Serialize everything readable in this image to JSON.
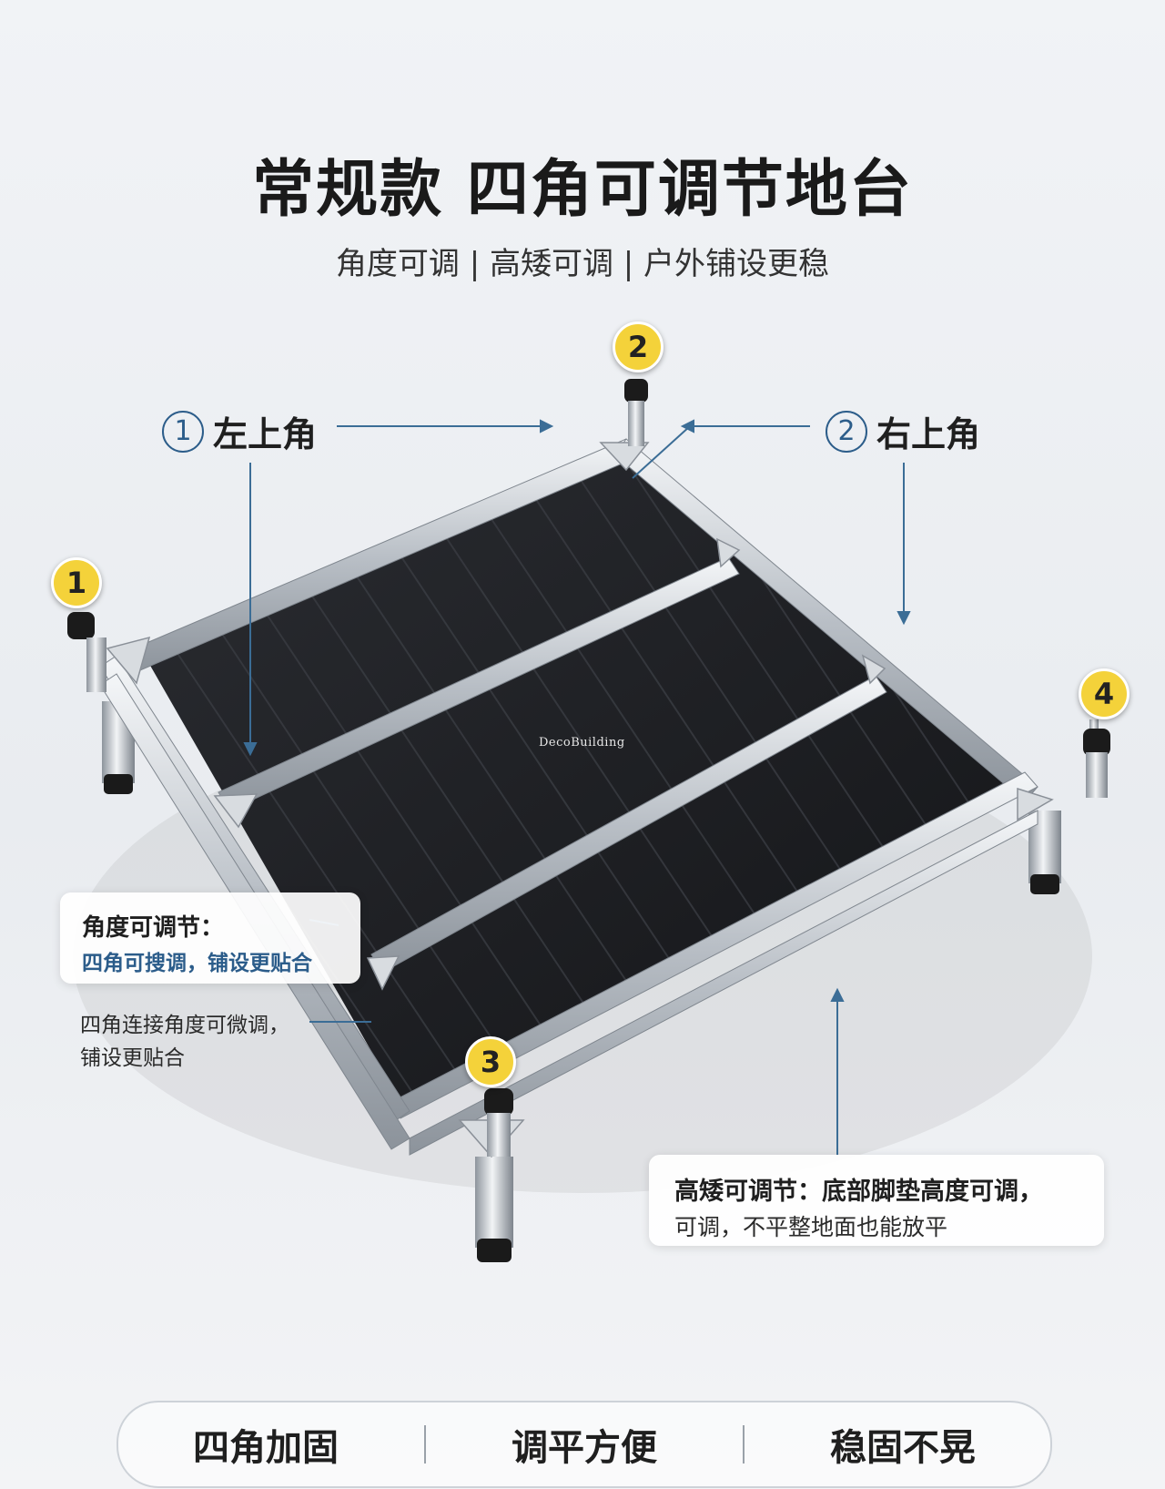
{
  "header": {
    "title": "常规款 四角可调节地台",
    "subtitle": "角度可调 | 高矮可调 | 户外铺设更稳"
  },
  "badges": [
    "1",
    "2",
    "3",
    "4"
  ],
  "corner_labels": {
    "left_top": {
      "num": "1",
      "text": "左上角"
    },
    "right_top": {
      "num": "2",
      "text": "右上角"
    }
  },
  "callout_angle": {
    "heading": "角度可调节：",
    "body": "四角可搜调，铺设更贴合"
  },
  "note_angle": {
    "line1": "四角连接角度可微调，",
    "line2": "铺设更贴合"
  },
  "callout_height": {
    "line1": "高矮可调节：底部脚垫高度可调，",
    "line2": "可调，不平整地面也能放平"
  },
  "watermark": "DecoBuilding",
  "features": [
    "四角加固",
    "调平方便",
    "稳固不晃"
  ],
  "colors": {
    "badge_yellow": "#f4d23a",
    "accent_blue": "#2c5d8a",
    "frame_silver": "#c9ced4",
    "deck_black": "#1c1d20"
  }
}
